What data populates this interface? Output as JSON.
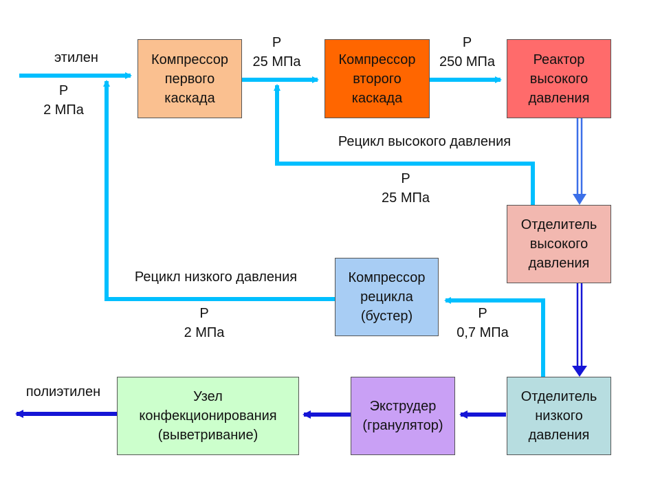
{
  "colors": {
    "recycle_line": "#00bfff",
    "product_line": "#1515d6",
    "high_pressure_line": "#3b6fe8"
  },
  "boxes": {
    "compressor1": {
      "text": "Компрессор\nпервого\nкаскада",
      "color": "#fac090"
    },
    "compressor2": {
      "text": "Компрессор\nвторого\nкаскада",
      "color": "#ff6600"
    },
    "reactor": {
      "text": "Реактор\nвысокого\nдавления",
      "color": "#ff6b6b"
    },
    "hp_separator": {
      "text": "Отделитель\nвысокого\nдавления",
      "color": "#f2b8b0"
    },
    "recycle_compressor": {
      "text": "Компрессор\nрецикла\n(бустер)",
      "color": "#a8cdf4"
    },
    "lp_separator": {
      "text": "Отделитель\nнизкого\nдавления",
      "color": "#b7dde0"
    },
    "extruder": {
      "text": "Экструдер\n(гранулятор)",
      "color": "#c9a0f5"
    },
    "conditioning": {
      "text": "Узел\nконфекционирования\n(выветривание)",
      "color": "#ccffcc"
    }
  },
  "labels": {
    "ethylene": "этилен",
    "p_inlet": "Р\n2 МПа",
    "p_25_top": "Р\n25 МПа",
    "p_250": "Р\n250 МПа",
    "hp_recycle": "Рецикл высокого давления",
    "p_25_recycle": "Р\n25 МПа",
    "lp_recycle": "Рецикл низкого давления",
    "p_2_recycle": "Р\n2 МПа",
    "p_07": "Р\n0,7 МПа",
    "polyethylene": "полиэтилен"
  }
}
